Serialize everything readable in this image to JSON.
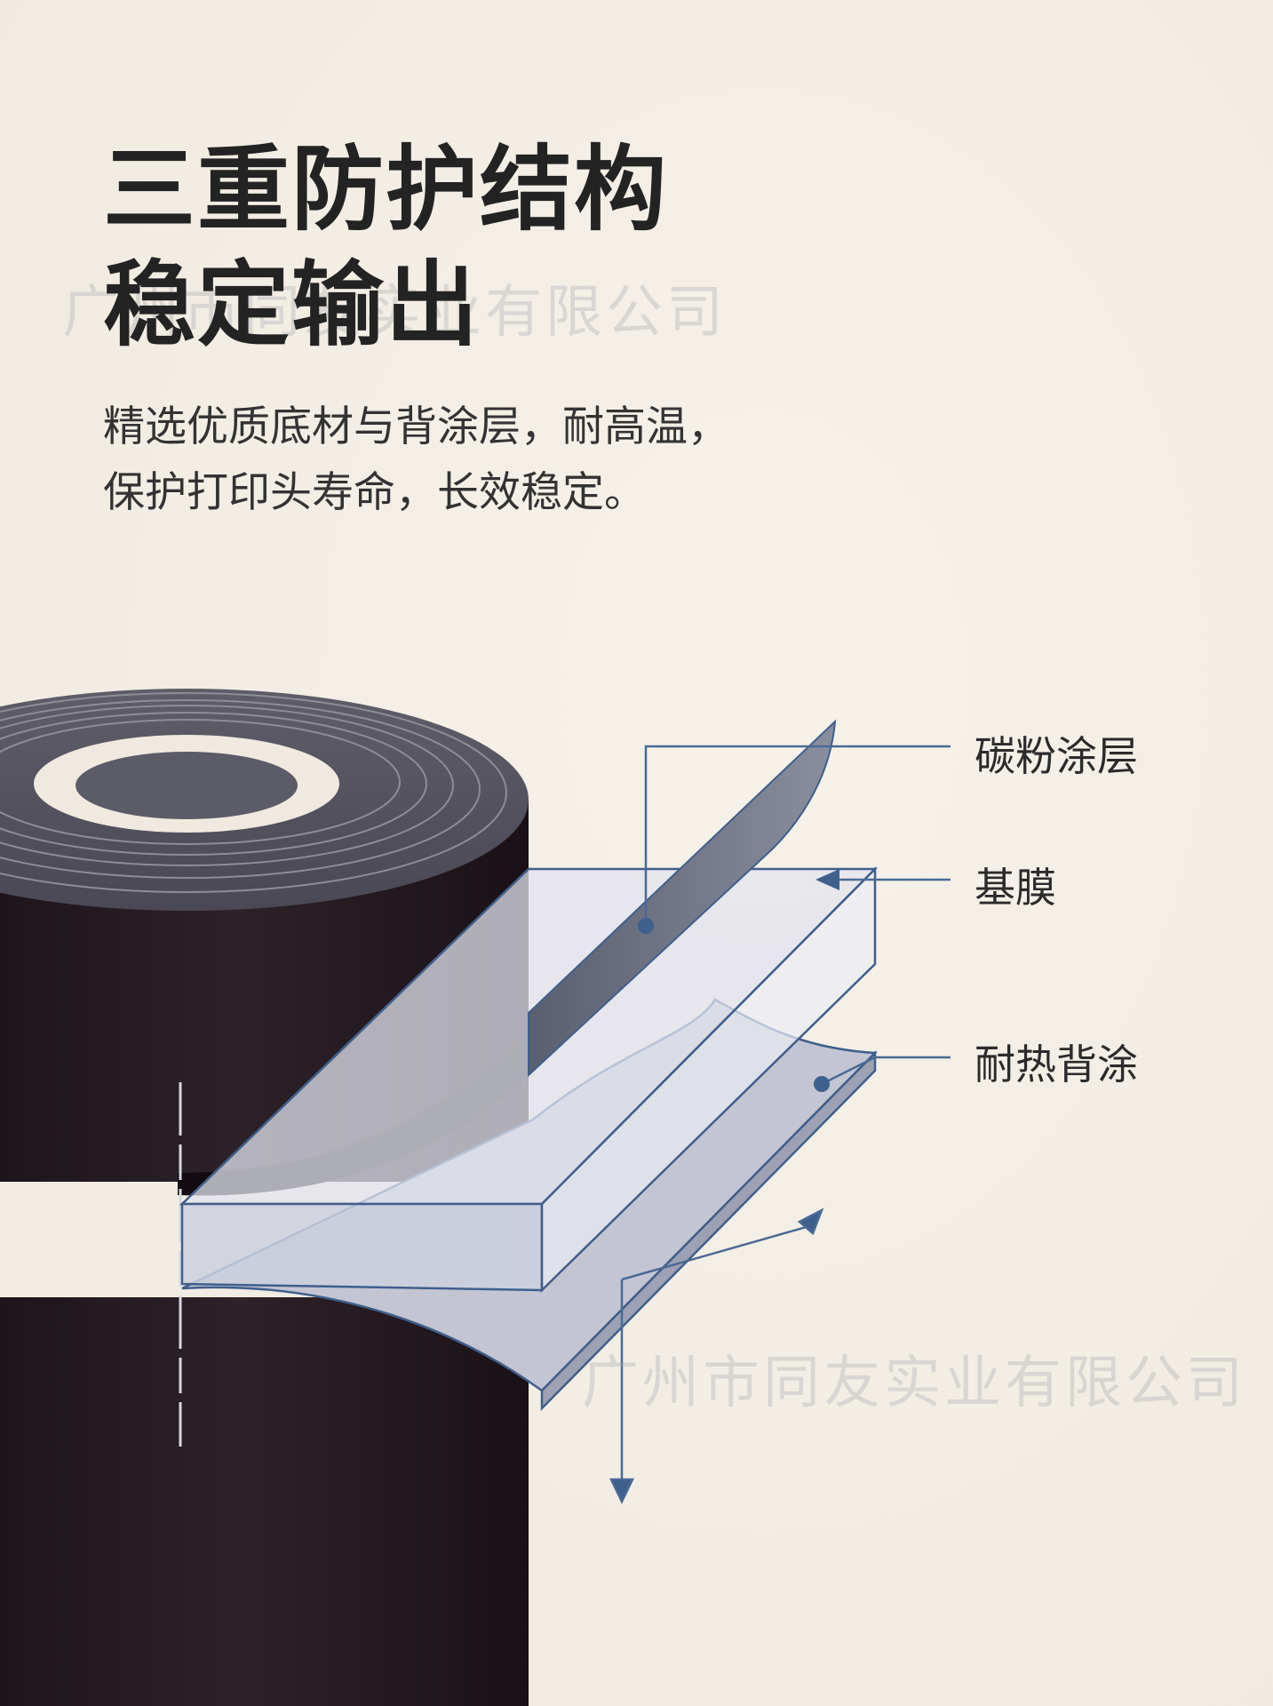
{
  "title": {
    "line1": "三重防护结构",
    "line2": "稳定输出"
  },
  "description": {
    "line1": "精选优质底材与背涂层，耐高温，",
    "line2": "保护打印头寿命，长效稳定。"
  },
  "layers": {
    "carbon": "碳粉涂层",
    "base": "基膜",
    "back": "耐热背涂"
  },
  "watermark": "广州市同友实业有限公司",
  "colors": {
    "background": "#f3efe6",
    "roll": "#2a1f26",
    "film": "#c9cad8",
    "accent": "#3f5f8c"
  }
}
